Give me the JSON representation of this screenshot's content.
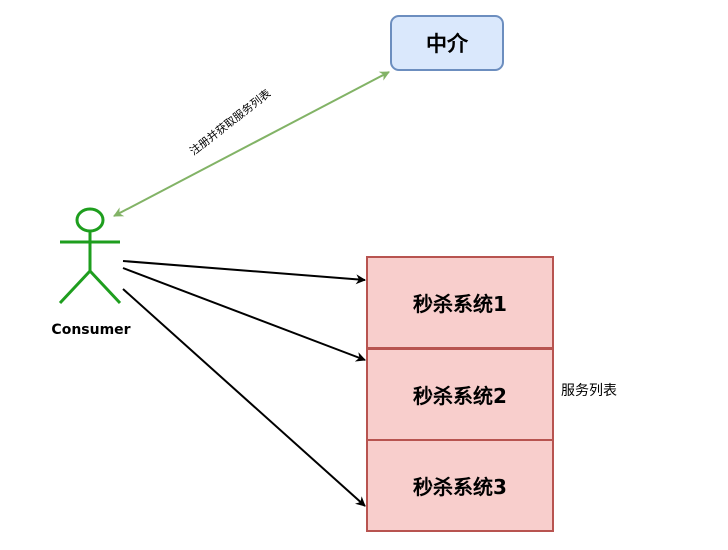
{
  "broker": {
    "label": "中介",
    "fill": "#dae8fc",
    "stroke": "#6c8ebf"
  },
  "consumer": {
    "label": "Consumer",
    "color": "#1e9e1e"
  },
  "edge": {
    "label": "注册并获取服务列表",
    "color": "#82b366"
  },
  "services": [
    {
      "label": "秒杀系统1"
    },
    {
      "label": "秒杀系统2"
    },
    {
      "label": "秒杀系统3"
    }
  ],
  "service_style": {
    "fill": "#f8cecc",
    "stroke": "#b85450"
  },
  "service_list_label": "服务列表"
}
